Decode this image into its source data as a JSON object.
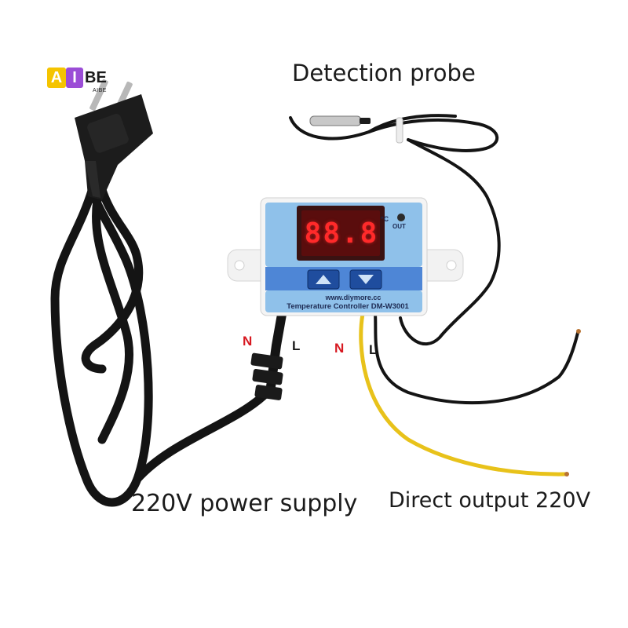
{
  "logo": {
    "mark_a": "A",
    "mark_i": "I",
    "mark_be": "BE",
    "subtitle": "AIBE",
    "colors": {
      "a": "#f5c400",
      "i": "#9b4dd6"
    }
  },
  "captions": {
    "probe": "Detection probe",
    "power": "220V power supply",
    "output": "Direct output 220V"
  },
  "poles": {
    "input_n": "N",
    "input_l": "L",
    "output_n": "N",
    "output_l": "L",
    "n_color": "#d71921"
  },
  "device": {
    "display": "88.8",
    "unit": "°C",
    "out_label": "OUT",
    "url": "www.diymore.cc",
    "model": "Temperature Controller DM-W3001",
    "buttons": [
      "up-arrow-icon",
      "down-arrow-icon"
    ],
    "body_color": "#78b4e6"
  },
  "wires": {
    "power_cord": "#141414",
    "output_live": "#e8c21a",
    "output_neutral": "#141414",
    "probe_cable": "#141414"
  }
}
